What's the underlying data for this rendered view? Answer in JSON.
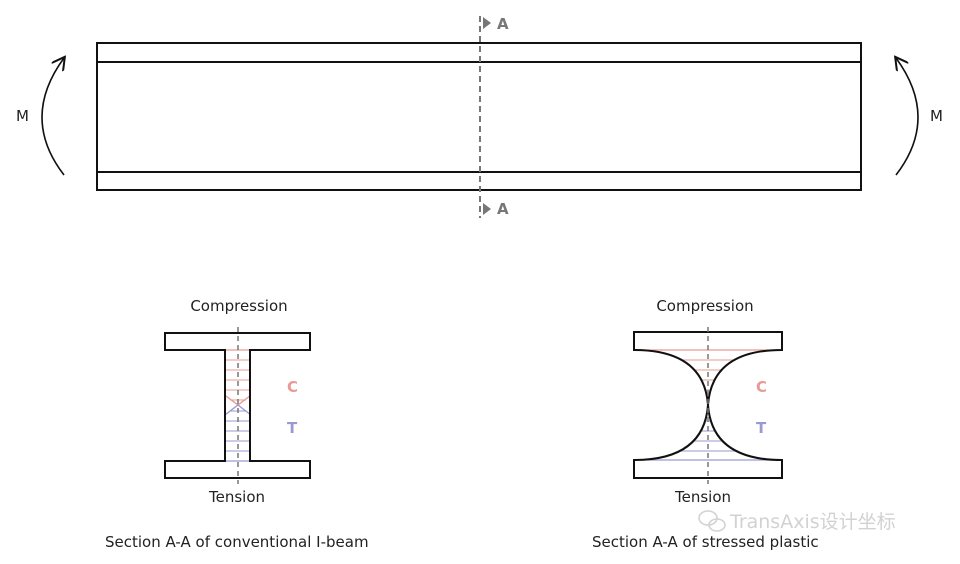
{
  "beam": {
    "moment_left": "M",
    "moment_right": "M",
    "section_marker_top": "A",
    "section_marker_bottom": "A"
  },
  "section_conventional": {
    "top_label": "Compression",
    "bottom_label": "Tension",
    "compression_letter": "C",
    "tension_letter": "T",
    "caption": "Section A-A of conventional I-beam"
  },
  "section_plastic": {
    "top_label": "Compression",
    "bottom_label": "Tension",
    "compression_letter": "C",
    "tension_letter": "T",
    "caption": "Section A-A of stressed plastic"
  },
  "watermark": {
    "text": "TransAxis设计坐标"
  },
  "colors": {
    "line": "#111111",
    "gray": "#777777",
    "compression": "#e89a95",
    "tension": "#9a9ad2"
  }
}
